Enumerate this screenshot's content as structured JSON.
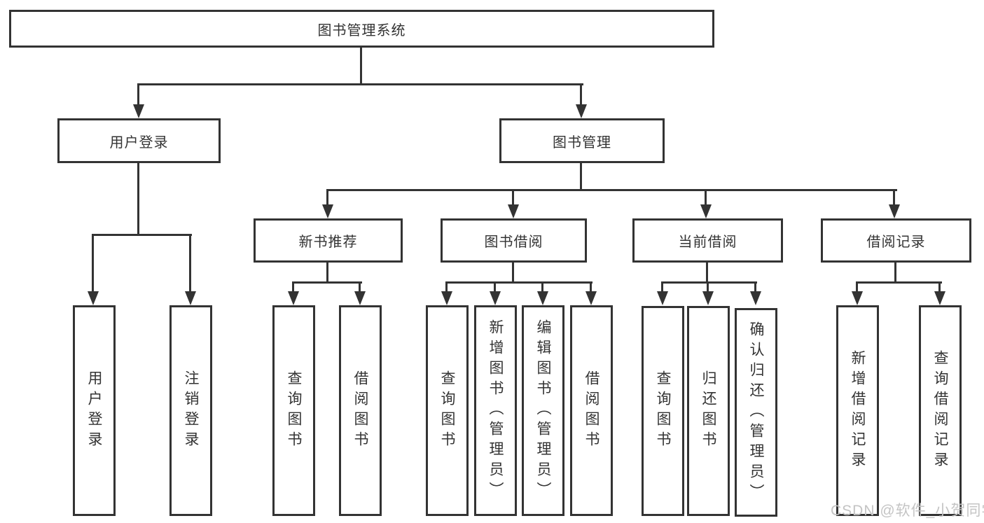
{
  "tree": {
    "root": "图书管理系统",
    "user_login": {
      "label": "用户登录",
      "children": [
        "用户登录",
        "注销登录"
      ]
    },
    "book_management": {
      "label": "图书管理",
      "groups": [
        {
          "label": "新书推荐",
          "children": [
            "查询图书",
            "借阅图书"
          ]
        },
        {
          "label": "图书借阅",
          "children": [
            "查询图书",
            "新增图书（管理员）",
            "编辑图书（管理员）",
            "借阅图书"
          ]
        },
        {
          "label": "当前借阅",
          "children": [
            "查询图书",
            "归还图书",
            "确认归还（管理员）"
          ]
        },
        {
          "label": "借阅记录",
          "children": [
            "新增借阅记录",
            "查询借阅记录"
          ]
        }
      ]
    }
  },
  "watermark": "CSDN @软件_小贺同学",
  "colors": {
    "line": "#333333",
    "text": "#333333",
    "watermark": "#c4c4c4",
    "background": "#ffffff"
  }
}
